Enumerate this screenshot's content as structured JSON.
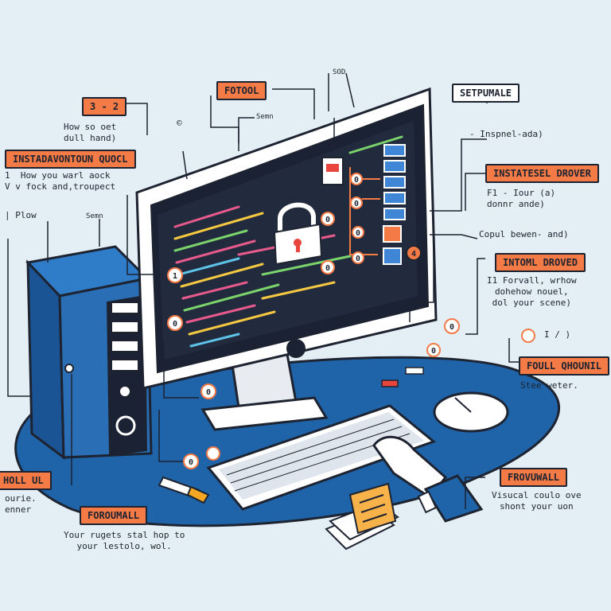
{
  "colors": {
    "background": "#e4eef5",
    "ink": "#1d2330",
    "accent": "#f47a46",
    "blue": "#1f63a8",
    "screen": "#1b2233"
  },
  "labels": {
    "top_label": "FOTOOL",
    "top_small": "SOD",
    "sem1": "Semn",
    "circle_top": "©",
    "setpumale": "SETPUMALE",
    "range": "3 - 2",
    "how_note": "How so oet\ndull hand)",
    "instadaver": "INSTADAVONTOUN QUOCL",
    "instadaver_note": "1  How you warl aock\nV v fock and,troupect",
    "pow": "| Plow",
    "semn2": "Semn",
    "inspnel": "- Inspnel-ada)",
    "install_drover": "INSTATESEL DROVER",
    "install_note": "F1 - Iour (a)\ndonnr ande)",
    "copul": "Copul bewen- and)",
    "intoml_drover": "INTOML DROVED",
    "forvall_note": "I1 Forvall, wrhow\ndohehow nouel,\ndol your scene)",
    "circle_right": "I / )",
    "foull": "FOULL QHOUNIL",
    "stee": "Stee weter.",
    "holl": "HOLL UL",
    "holl_note": "ourie.\nenner",
    "foroumall": "FOROUMALL",
    "forougall_note": "Your rugets stal hop to\nyour lestolo, wol.",
    "frovuwall": "FROVUWALL",
    "visucal_note": "Visucal coulo ove\nshont your uon"
  },
  "badges": [
    "1",
    "0",
    "0",
    "4",
    "0",
    "0",
    "0",
    "0",
    "0",
    "0",
    "0",
    "0",
    "0"
  ],
  "icons": [
    "lock-icon",
    "pc-tower-icon",
    "monitor-icon",
    "keyboard-icon",
    "mouse-icon",
    "hand-icon",
    "pen-icon",
    "checklist-icon",
    "usb-icon"
  ]
}
